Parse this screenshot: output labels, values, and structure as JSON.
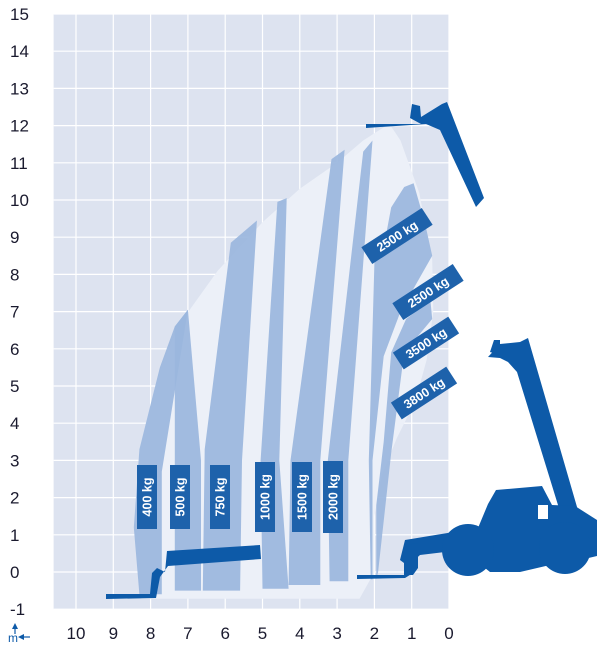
{
  "chart_data": {
    "type": "load-chart",
    "title": "",
    "unit_label": "m",
    "x_ticks": [
      10,
      9,
      8,
      7,
      6,
      5,
      4,
      3,
      2,
      1,
      0
    ],
    "y_ticks": [
      -1,
      0,
      1,
      2,
      3,
      4,
      5,
      6,
      7,
      8,
      9,
      10,
      11,
      12,
      13,
      14,
      15
    ],
    "xlim": [
      10.6,
      0
    ],
    "ylim": [
      -1,
      15
    ],
    "grid": true,
    "load_zones": [
      {
        "label": "400 kg",
        "x": 8.0
      },
      {
        "label": "500 kg",
        "x": 7.25
      },
      {
        "label": "750 kg",
        "x": 6.25
      },
      {
        "label": "1000 kg",
        "x": 5.0
      },
      {
        "label": "1500 kg",
        "x": 4.05
      },
      {
        "label": "2000 kg",
        "x": 3.25
      },
      {
        "label": "2500 kg",
        "x": 1.5
      },
      {
        "label": "2500 kg",
        "x": 1.2
      },
      {
        "label": "3500 kg",
        "x": 1.15
      },
      {
        "label": "3800 kg",
        "x": 1.05
      }
    ],
    "colors": {
      "background": "#dde3f0",
      "envelope": "#ecf0f8",
      "band": "#9ab6dd",
      "label_bg": "#1e62ab",
      "machine": "#0d5aa8",
      "grid": "#ffffff"
    }
  }
}
